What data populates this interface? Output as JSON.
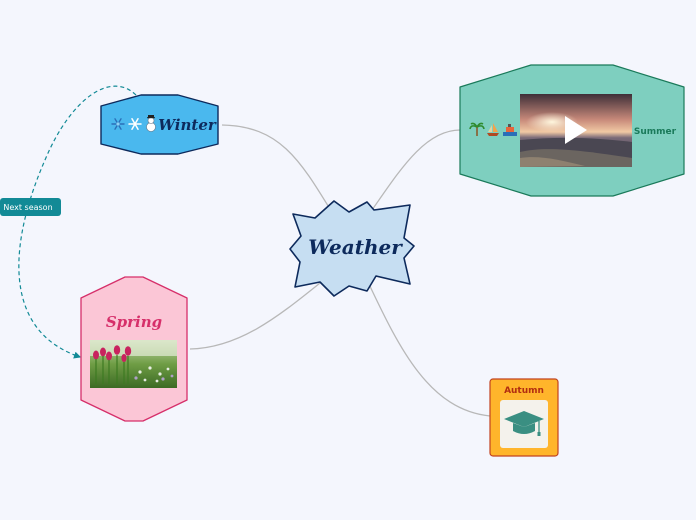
{
  "central": {
    "label": "Weather",
    "fill": "#c6def2",
    "stroke": "#0d2a5c"
  },
  "connector": {
    "label": "Next season",
    "color": "#128a96"
  },
  "branches": {
    "winter": {
      "label": "Winter",
      "icons": [
        "snowflake-icon",
        "snowflake-icon",
        "snowman-icon"
      ],
      "fill": "#4ab8ee",
      "stroke": "#0d2a5c",
      "text_color": "#0d2a5c"
    },
    "summer": {
      "label": "Summer",
      "icons": [
        "palm-tree-icon",
        "sailboat-icon",
        "boat-icon"
      ],
      "fill": "#7ecfbf",
      "stroke": "#1a7a5a",
      "text_color": "#1a7a5a",
      "media": "sunset-video-thumbnail"
    },
    "spring": {
      "label": "Spring",
      "fill": "#fbc6d6",
      "stroke": "#d62f6a",
      "text_color": "#d62f6a",
      "media": "tulips-photo"
    },
    "autumn": {
      "label": "Autumn",
      "fill": "#ffb52b",
      "stroke": "#c24320",
      "text_color": "#b22d10",
      "icon": "graduation-cap-icon"
    }
  }
}
